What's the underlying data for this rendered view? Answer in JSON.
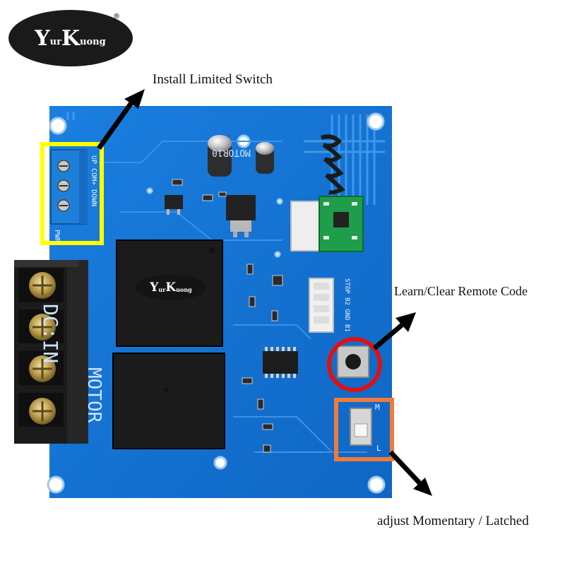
{
  "logo": {
    "brand_y": "Y",
    "brand_ur": "ur",
    "brand_k": "K",
    "brand_uong": "uong",
    "registered": "®"
  },
  "annotations": {
    "install_limit_switch": "Install Limited Switch",
    "learn_clear": "Learn/Clear Remote Code",
    "adjust_mode": "adjust Momentary / Latched"
  },
  "silkscreen": {
    "dc_in": "DC:IN",
    "motor": "MOTOR",
    "model": "MOTOR10",
    "terminal_labels": "UP  COM+  DOWN",
    "connector_labels": "STOP  B2  GND  B1",
    "pwr": "PWR",
    "switch_m": "M",
    "switch_l": "L"
  },
  "colors": {
    "pcb_blue": "#1677d6",
    "highlight_yellow": "#ffff00",
    "highlight_red": "#e01010",
    "highlight_orange": "#f07a3a",
    "terminal_blue": "#1e7fd8",
    "relay_black": "#1b1b1b"
  }
}
